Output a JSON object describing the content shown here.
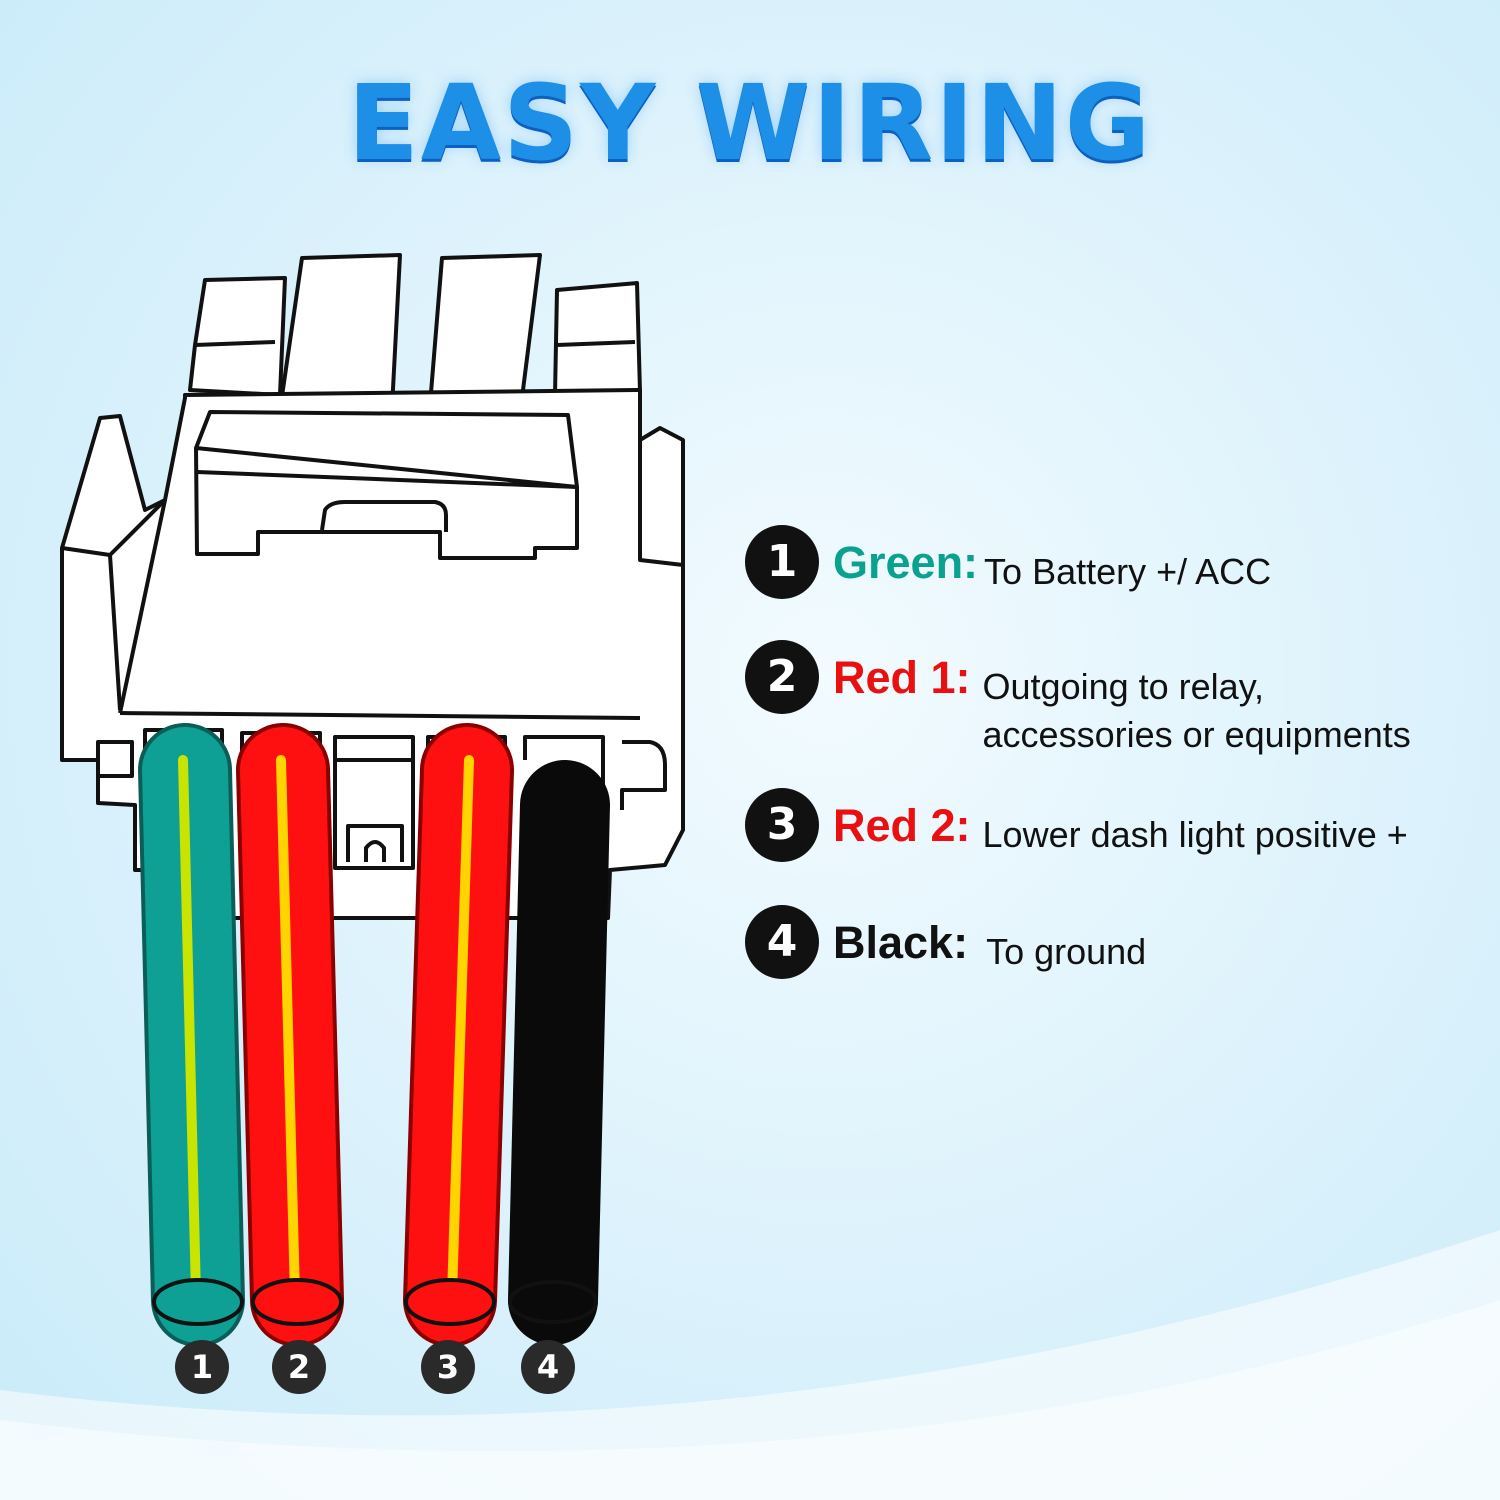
{
  "title": "EASY WIRING",
  "legend": [
    {
      "number": "1",
      "name": "Green:",
      "color": "#0aa28f",
      "desc_lines": [
        "To Battery +/ ACC"
      ]
    },
    {
      "number": "2",
      "name": "Red 1:",
      "color": "#ea1010",
      "desc_lines": [
        "Outgoing to relay,",
        "accessories or equipments"
      ]
    },
    {
      "number": "3",
      "name": "Red 2:",
      "color": "#ea1010",
      "desc_lines": [
        "Lower dash light positive +"
      ]
    },
    {
      "number": "4",
      "name": "Black:",
      "color": "#111111",
      "desc_lines": [
        "To ground"
      ]
    }
  ],
  "wire_numbers": [
    "1",
    "2",
    "3",
    "4"
  ],
  "colors": {
    "green_wire": "#0e9f95",
    "red_wire": "#ff1010",
    "black_wire": "#0a0a0a",
    "stripe_yellow": "#ffd400",
    "stripe_lime": "#c8e400",
    "title_blue": "#1d8fe6"
  }
}
